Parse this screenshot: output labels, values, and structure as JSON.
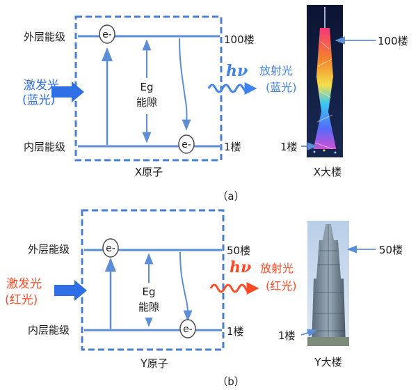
{
  "colors": {
    "box_blue": "#4a7fcf",
    "line_blue": "#5b8ed6",
    "excite_blue": "#2f6fe6",
    "emit_blue": "#3e83f0",
    "red": "#ff4a26",
    "text": "#1a1a1a"
  },
  "panel_a": {
    "outer_level": "外层能级",
    "inner_level": "内层能级",
    "top_floor": "100楼",
    "bottom_floor": "1楼",
    "excite_line1": "激发光",
    "excite_line2": "(蓝光)",
    "gap_line1": "Eg",
    "gap_line2": "能隙",
    "electron": "e-",
    "photon_symbol": "hν",
    "emit_line1": "放射光",
    "emit_line2": "(蓝光)",
    "atom_label": "X原子",
    "building_label": "X大楼",
    "building_top": "100楼",
    "building_bottom": "1楼",
    "caption": "（a）",
    "building_photo": "Canton Tower (X大楼) lit at night"
  },
  "panel_b": {
    "outer_level": "外层能级",
    "inner_level": "内层能级",
    "top_floor": "50楼",
    "bottom_floor": "1楼",
    "excite_line1": "激发光",
    "excite_line2": "(红光)",
    "gap_line1": "Eg",
    "gap_line2": "能隙",
    "electron": "e-",
    "photon_symbol": "hν",
    "emit_line1": "放射光",
    "emit_line2": "(红光)",
    "atom_label": "Y原子",
    "building_label": "Y大楼",
    "building_top": "50楼",
    "building_bottom": "1楼",
    "caption": "（b）",
    "building_photo": "Jin Mao Tower (Y大楼) skyscraper"
  }
}
